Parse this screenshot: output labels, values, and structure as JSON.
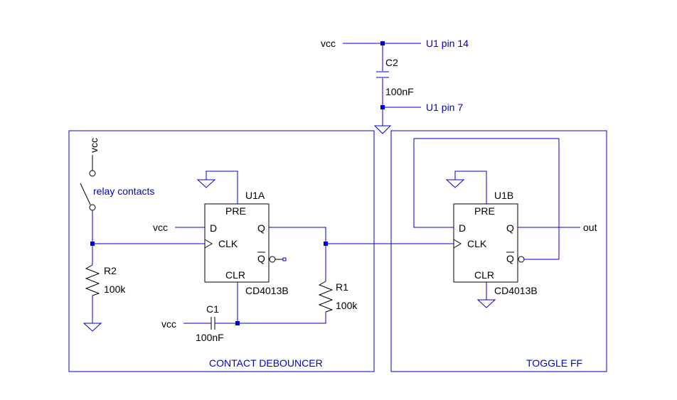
{
  "supply": {
    "vcc_top": "vcc",
    "pin14": "U1 pin 14",
    "pin7": "U1 pin 7",
    "c2_name": "C2",
    "c2_value": "100nF"
  },
  "debouncer": {
    "title": "CONTACT DEBOUNCER",
    "vcc_relay": "vcc",
    "relay_label": "relay contacts",
    "r2_name": "R2",
    "r2_value": "100k",
    "vcc_d": "vcc",
    "vcc_c1": "vcc",
    "c1_name": "C1",
    "c1_value": "100nF",
    "r1_name": "R1",
    "r1_value": "100k",
    "u1a": {
      "name": "U1A",
      "part": "CD4013B",
      "pin_pre": "PRE",
      "pin_d": "D",
      "pin_clk": "CLK",
      "pin_q": "Q",
      "pin_qbar": "Q",
      "pin_clr": "CLR"
    }
  },
  "toggle": {
    "title": "TOGGLE FF",
    "out_label": "out",
    "u1b": {
      "name": "U1B",
      "part": "CD4013B",
      "pin_pre": "PRE",
      "pin_d": "D",
      "pin_clk": "CLK",
      "pin_q": "Q",
      "pin_qbar": "Q",
      "pin_clr": "CLR"
    }
  }
}
